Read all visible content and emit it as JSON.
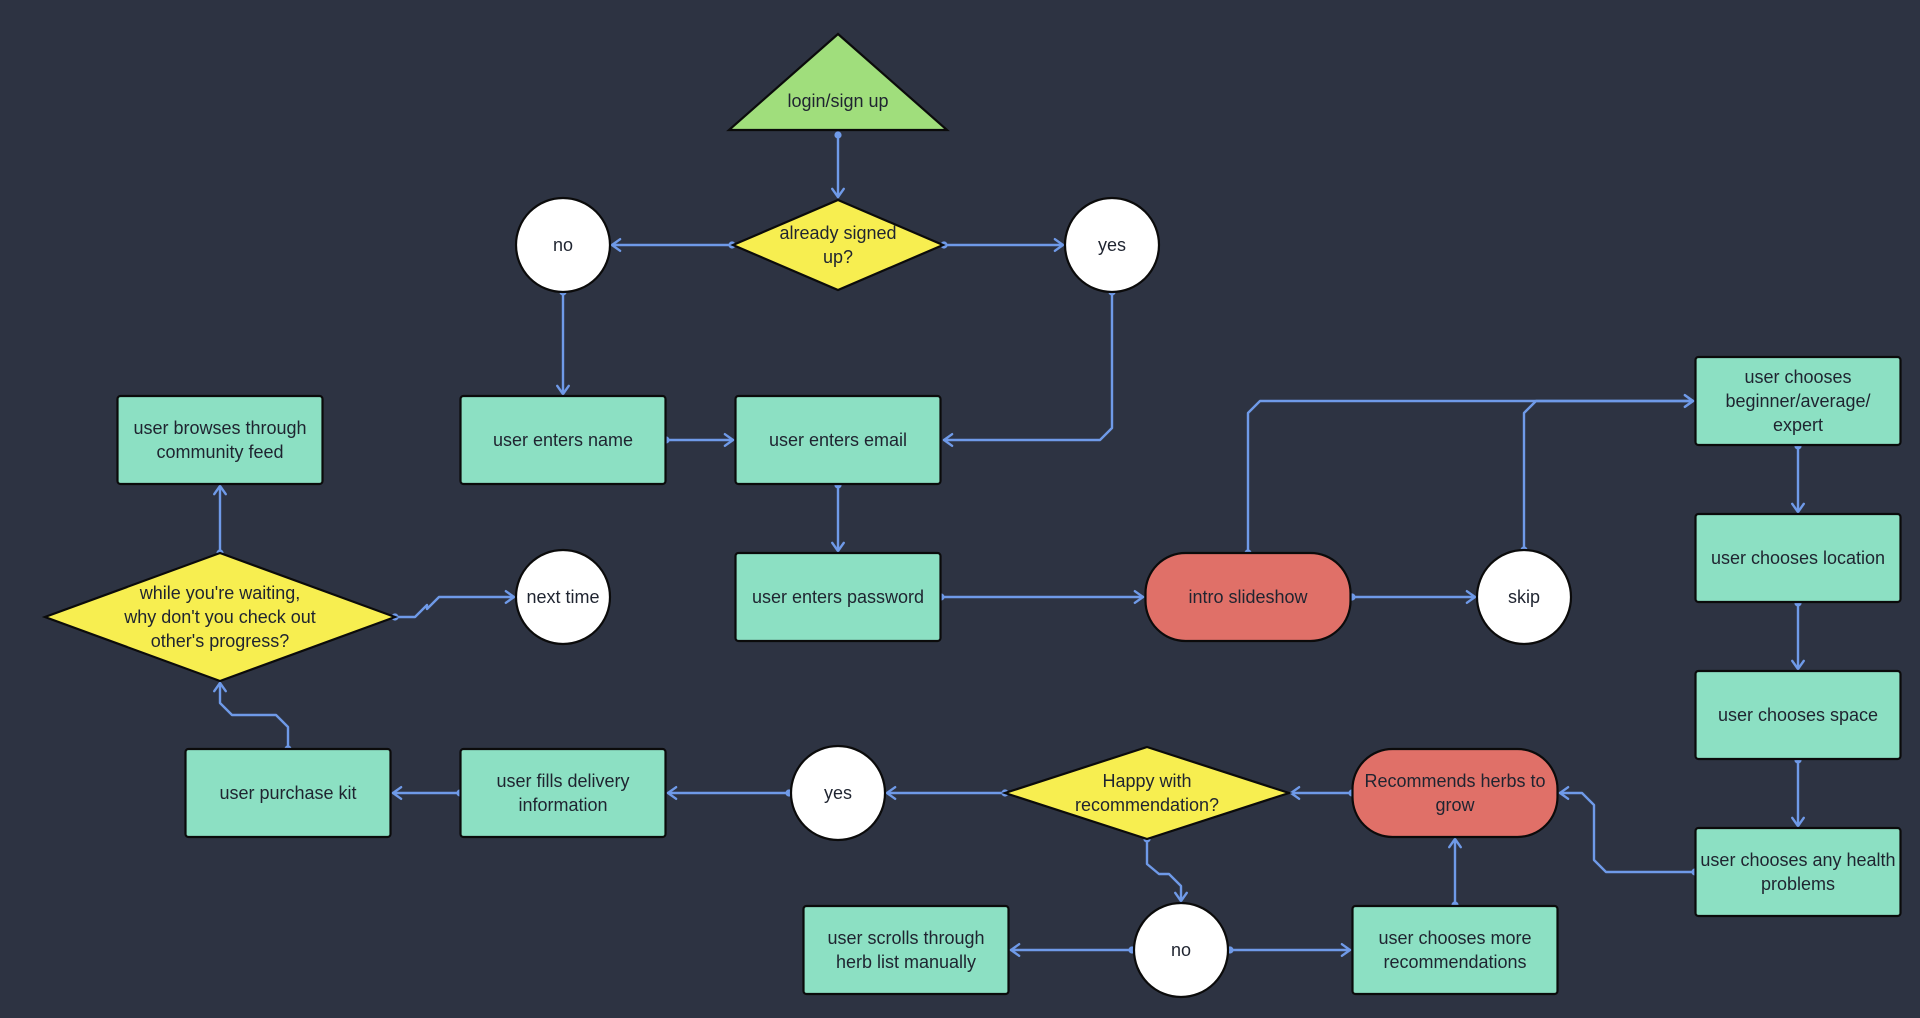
{
  "colors": {
    "background": "#2d3342",
    "process": "#8ce0c3",
    "decision": "#f7ee50",
    "start": "#a0de7c",
    "terminal": "#e07068",
    "connector": "#ffffff",
    "edge": "#6f9ae8",
    "outline": "#0b0b0b",
    "text": "#1f2430"
  },
  "nodes": {
    "login": {
      "lines": [
        "login/sign up"
      ],
      "shape": "triangle"
    },
    "signed_up": {
      "lines": [
        "already signed",
        "up?"
      ],
      "shape": "diamond"
    },
    "no_top": {
      "lines": [
        "no"
      ],
      "shape": "circle"
    },
    "yes_top": {
      "lines": [
        "yes"
      ],
      "shape": "circle"
    },
    "enter_name": {
      "lines": [
        "user enters name"
      ],
      "shape": "rectangle"
    },
    "enter_email": {
      "lines": [
        "user enters email"
      ],
      "shape": "rectangle"
    },
    "enter_password": {
      "lines": [
        "user enters password"
      ],
      "shape": "rectangle"
    },
    "intro": {
      "lines": [
        "intro slideshow"
      ],
      "shape": "rounded-terminal"
    },
    "skip": {
      "lines": [
        "skip"
      ],
      "shape": "circle"
    },
    "level": {
      "lines": [
        "user chooses",
        "beginner/average/",
        "expert"
      ],
      "shape": "rectangle"
    },
    "location": {
      "lines": [
        "user chooses location"
      ],
      "shape": "rectangle"
    },
    "space": {
      "lines": [
        "user chooses space"
      ],
      "shape": "rectangle"
    },
    "health": {
      "lines": [
        "user chooses any health",
        "problems"
      ],
      "shape": "rectangle"
    },
    "recommends": {
      "lines": [
        "Recommends herbs to",
        "grow"
      ],
      "shape": "rounded-terminal"
    },
    "happy": {
      "lines": [
        "Happy with",
        "recommendation?"
      ],
      "shape": "diamond"
    },
    "yes_bottom": {
      "lines": [
        "yes"
      ],
      "shape": "circle"
    },
    "no_bottom": {
      "lines": [
        "no"
      ],
      "shape": "circle"
    },
    "delivery": {
      "lines": [
        "user fills delivery",
        "information"
      ],
      "shape": "rectangle"
    },
    "purchase": {
      "lines": [
        "user purchase kit"
      ],
      "shape": "rectangle"
    },
    "waiting": {
      "lines": [
        "while you're waiting,",
        "why don't you check out",
        "other's progress?"
      ],
      "shape": "diamond"
    },
    "browse": {
      "lines": [
        "user browses through",
        "community feed"
      ],
      "shape": "rectangle"
    },
    "next_time": {
      "lines": [
        "next time"
      ],
      "shape": "circle"
    },
    "scroll": {
      "lines": [
        "user scrolls through",
        "herb list manually"
      ],
      "shape": "rectangle"
    },
    "more_recs": {
      "lines": [
        "user chooses more",
        "recommendations"
      ],
      "shape": "rectangle"
    }
  },
  "edges": [
    {
      "from": "login",
      "to": "signed_up"
    },
    {
      "from": "signed_up",
      "to": "no_top"
    },
    {
      "from": "signed_up",
      "to": "yes_top"
    },
    {
      "from": "no_top",
      "to": "enter_name"
    },
    {
      "from": "yes_top",
      "to": "enter_email"
    },
    {
      "from": "enter_name",
      "to": "enter_email"
    },
    {
      "from": "enter_email",
      "to": "enter_password"
    },
    {
      "from": "enter_password",
      "to": "intro"
    },
    {
      "from": "intro",
      "to": "skip"
    },
    {
      "from": "intro",
      "to": "level"
    },
    {
      "from": "skip",
      "to": "level"
    },
    {
      "from": "level",
      "to": "location"
    },
    {
      "from": "location",
      "to": "space"
    },
    {
      "from": "space",
      "to": "health"
    },
    {
      "from": "health",
      "to": "recommends"
    },
    {
      "from": "recommends",
      "to": "happy"
    },
    {
      "from": "happy",
      "to": "yes_bottom"
    },
    {
      "from": "happy",
      "to": "no_bottom"
    },
    {
      "from": "yes_bottom",
      "to": "delivery"
    },
    {
      "from": "delivery",
      "to": "purchase"
    },
    {
      "from": "purchase",
      "to": "waiting"
    },
    {
      "from": "waiting",
      "to": "browse"
    },
    {
      "from": "waiting",
      "to": "next_time"
    },
    {
      "from": "no_bottom",
      "to": "scroll"
    },
    {
      "from": "no_bottom",
      "to": "more_recs"
    },
    {
      "from": "more_recs",
      "to": "recommends"
    }
  ]
}
